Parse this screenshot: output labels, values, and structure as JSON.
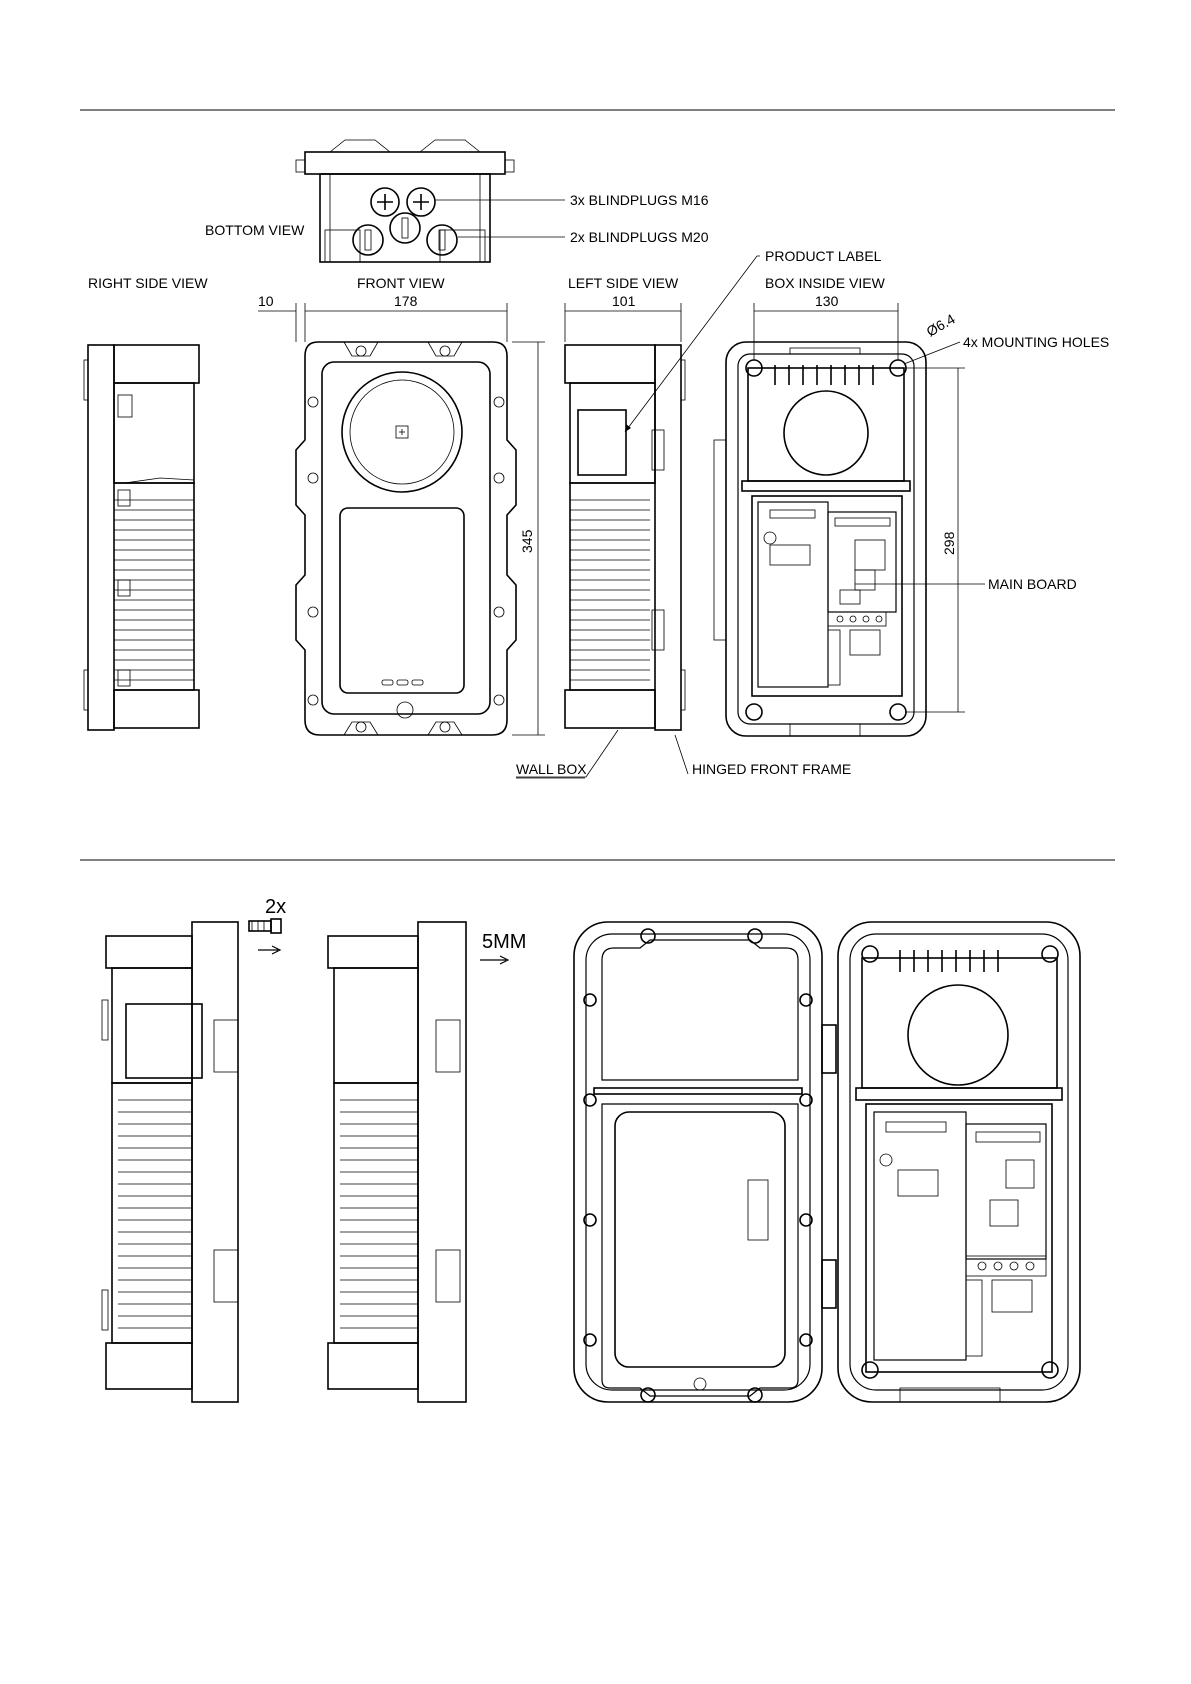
{
  "labels": {
    "bottom_view": "BOTTOM VIEW",
    "blindplugs_m16": "3x BLINDPLUGS M16",
    "blindplugs_m20": "2x BLINDPLUGS M20",
    "product_label": "PRODUCT LABEL",
    "right_side_view": "RIGHT SIDE VIEW",
    "front_view": "FRONT VIEW",
    "left_side_view": "LEFT SIDE VIEW",
    "box_inside_view": "BOX INSIDE VIEW",
    "mounting_holes": "4x MOUNTING HOLES",
    "hole_diameter": "Ø6.4",
    "main_board": "MAIN BOARD",
    "wall_box": "WALL BOX",
    "hinged_front_frame": "HINGED FRONT FRAME",
    "screws_count": "2x",
    "shift": "5MM"
  },
  "dimensions": {
    "offset": "10",
    "front_width": "178",
    "side_depth": "101",
    "inside_width": "130",
    "height": "345",
    "hole_spacing": "298"
  }
}
